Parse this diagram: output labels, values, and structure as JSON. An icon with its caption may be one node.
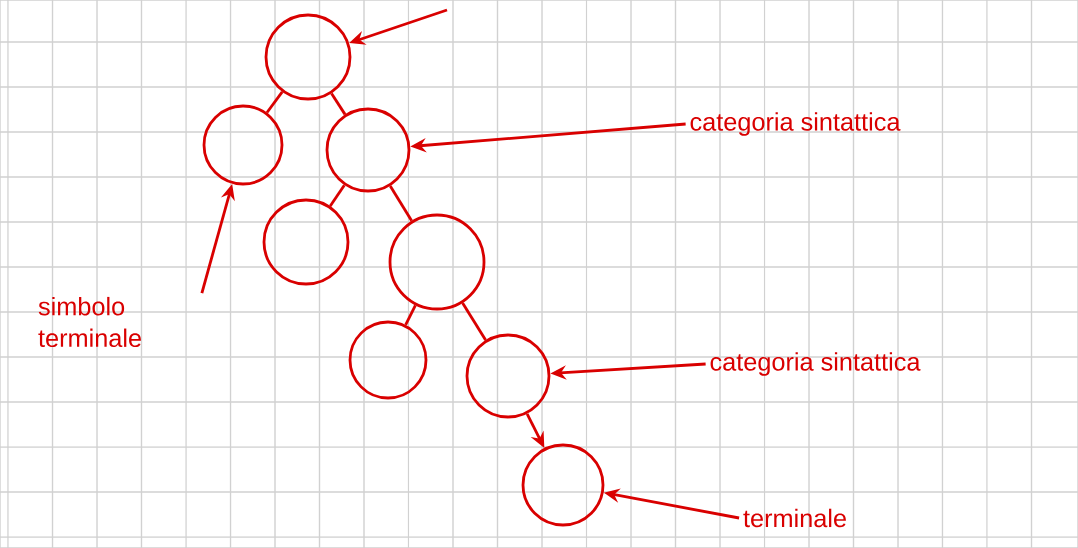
{
  "diagram": {
    "nodes": [
      {
        "text": [],
        "shape": "circle"
      },
      {
        "text": [],
        "shape": "circle"
      },
      {
        "text": [],
        "shape": "circle"
      },
      {
        "text": [],
        "shape": "circle"
      },
      {
        "text": [],
        "shape": "circle"
      },
      {
        "text": [],
        "shape": "circle"
      },
      {
        "text": [],
        "shape": "circle"
      },
      {
        "text": [],
        "shape": "circle"
      },
      {
        "text": [
          "categoria sintattica"
        ]
      },
      {
        "text": [
          "simbolo terminale"
        ]
      },
      {
        "text": [
          "categoria sintattica"
        ]
      },
      {
        "text": [
          "terminale"
        ]
      }
    ],
    "edges": [
      {
        "from": null,
        "to": 0,
        "arrow": "to"
      },
      {
        "from": 0,
        "to": 1,
        "arrow": "none"
      },
      {
        "from": 0,
        "to": 2,
        "arrow": "none"
      },
      {
        "from": 2,
        "to": 3,
        "arrow": "none"
      },
      {
        "from": 2,
        "to": 4,
        "arrow": "none"
      },
      {
        "from": 4,
        "to": 5,
        "arrow": "none"
      },
      {
        "from": 4,
        "to": 6,
        "arrow": "none"
      },
      {
        "from": 6,
        "to": 7,
        "arrow": "to"
      },
      {
        "from": 8,
        "to": 2,
        "arrow": "to"
      },
      {
        "from": 9,
        "to": 1,
        "arrow": "to"
      },
      {
        "from": 10,
        "to": 6,
        "arrow": "to"
      },
      {
        "from": 11,
        "to": 7,
        "arrow": "to"
      }
    ]
  }
}
